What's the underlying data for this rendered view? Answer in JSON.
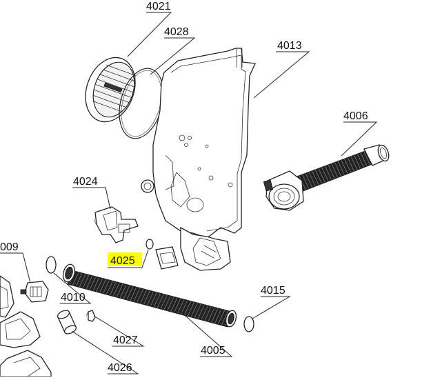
{
  "diagram": {
    "highlight_color": "#ffff00",
    "callouts": {
      "c4021": "4021",
      "c4028": "4028",
      "c4013": "4013",
      "c4006": "4006",
      "c4024": "4024",
      "c4025": "4025",
      "c4009": "009",
      "c4010": "4010",
      "c4015": "4015",
      "c4027": "4027",
      "c4005": "4005",
      "c4026": "4026"
    },
    "highlighted_part": "4025"
  }
}
